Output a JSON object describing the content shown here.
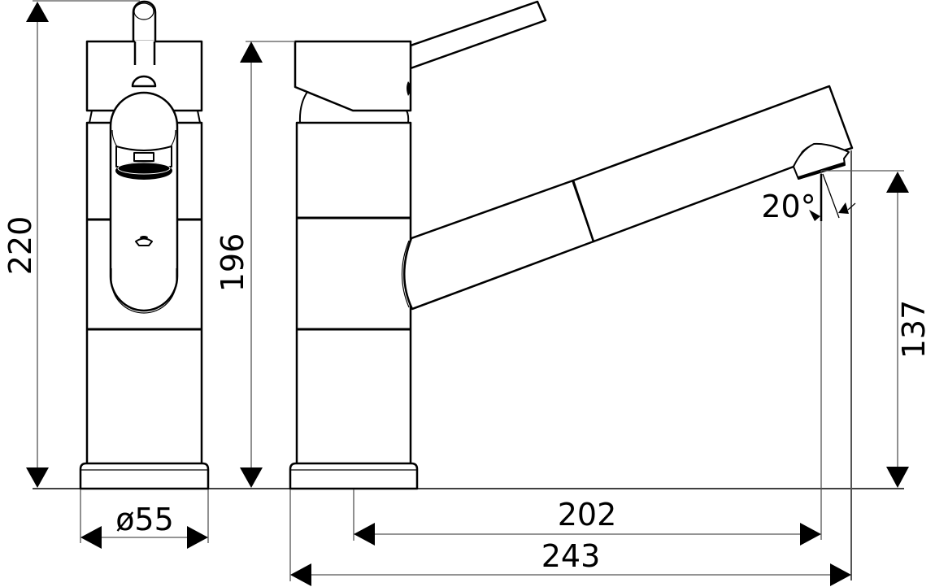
{
  "diagram": {
    "title": "Single-lever kitchen faucet with pull-out spout — dimension drawing",
    "units": "mm",
    "views": [
      {
        "name": "front-view",
        "description": "Front elevation of faucet"
      },
      {
        "name": "side-view",
        "description": "Side elevation with pull-out spout"
      }
    ],
    "dimensions": {
      "total_height": "220",
      "body_height": "196",
      "spout_outlet_height": "137",
      "base_diameter": "ø55",
      "spout_reach": "202",
      "total_depth": "243",
      "spout_angle": "20°"
    },
    "colors": {
      "line": "#000000",
      "dimension_line": "#555555",
      "background": "#ffffff"
    }
  }
}
